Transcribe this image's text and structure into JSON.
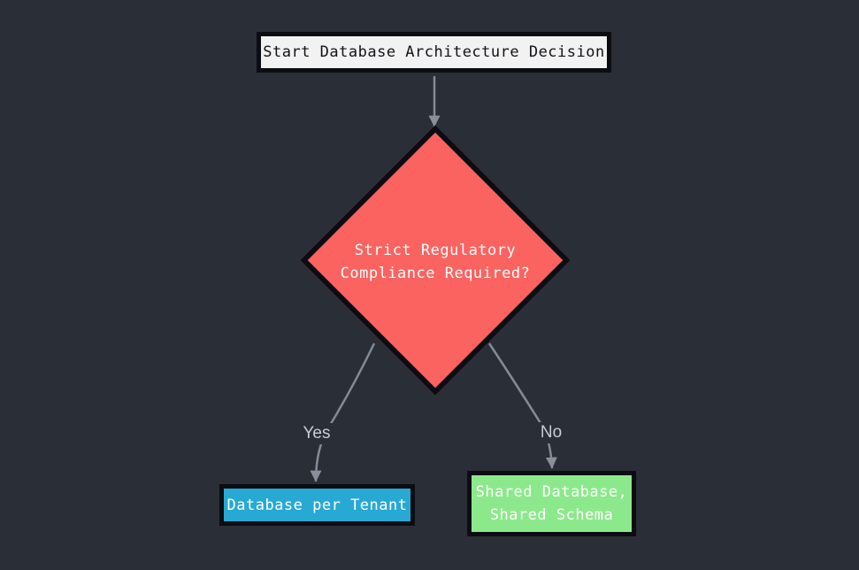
{
  "diagram": {
    "background_color": "#2a2e37",
    "edge_color": "#858b96",
    "nodes": {
      "start": {
        "label": "Start Database Architecture Decision",
        "fill": "#f2f2f2",
        "border": "#0b0d12",
        "text_color": "#111318",
        "shape": "rectangle"
      },
      "decision": {
        "line1": "Strict Regulatory",
        "line2": "Compliance Required?",
        "fill": "#fa6360",
        "border": "#0b0d12",
        "text_color": "#ffffff",
        "shape": "diamond"
      },
      "yes_result": {
        "label": "Database per Tenant",
        "fill": "#27a9d4",
        "border": "#0b0d12",
        "text_color": "#ffffff",
        "shape": "rectangle"
      },
      "no_result": {
        "line1": "Shared Database,",
        "line2": "Shared Schema",
        "fill": "#8ce98b",
        "border": "#0b0d12",
        "text_color": "#ffffff",
        "shape": "rectangle"
      }
    },
    "edges": {
      "yes_label": "Yes",
      "no_label": "No"
    }
  }
}
